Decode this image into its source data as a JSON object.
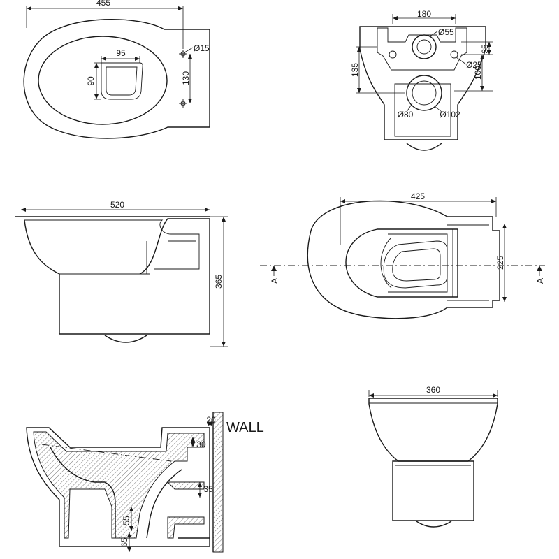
{
  "colors": {
    "ink": "#1a1a1a",
    "paper": "#ffffff"
  },
  "top_view": {
    "width": "455",
    "hole_dia": "Ø15",
    "outlet_w": "95",
    "outlet_h": "90",
    "hole_spacing": "130"
  },
  "back_view": {
    "width": "180",
    "dia_top": "Ø55",
    "dia_mid": "Ø25",
    "h1": "135",
    "h2": "35",
    "h3": "100",
    "dia_inner": "Ø80",
    "dia_outer": "Ø102"
  },
  "side_view": {
    "length": "520",
    "height": "365"
  },
  "plan_view": {
    "length": "425",
    "height": "225",
    "section_left": "A",
    "section_right": "A"
  },
  "section_view": {
    "wall_gap": "20",
    "wall_label": "WALL",
    "d1": "30",
    "d2": "35",
    "d3": "55",
    "d4": "65"
  },
  "front_view": {
    "width": "360"
  }
}
